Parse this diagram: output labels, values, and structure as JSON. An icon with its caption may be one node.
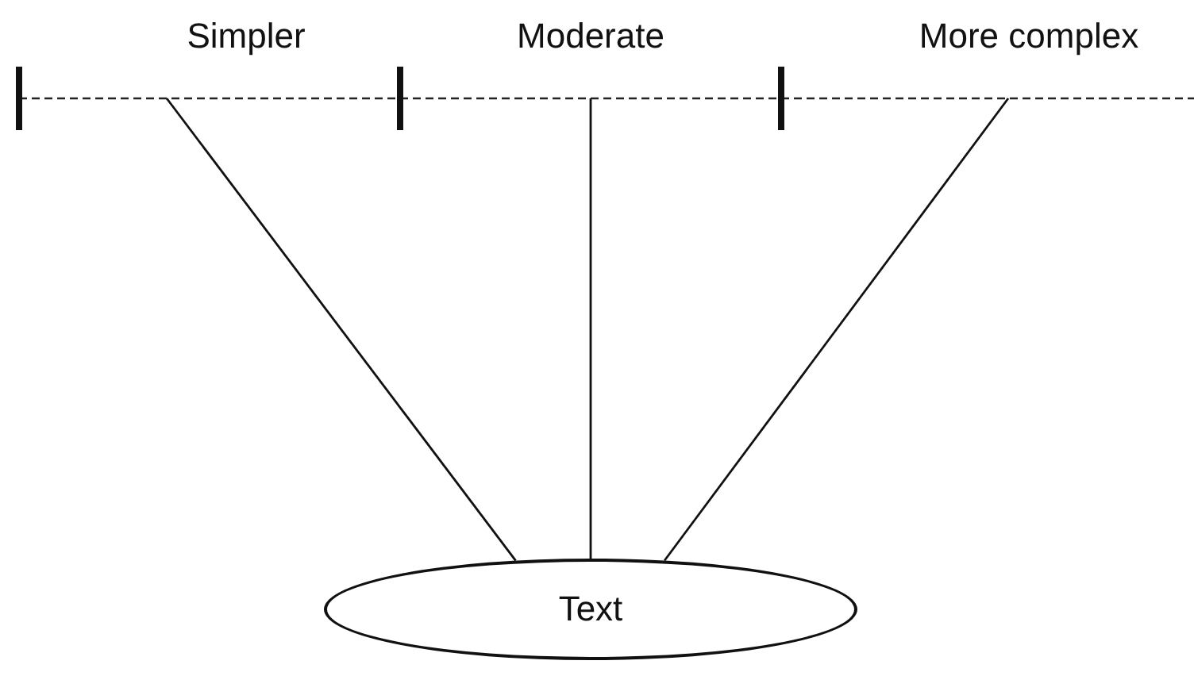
{
  "diagram": {
    "nodes": [
      {
        "text": [
          "Simpler"
        ]
      },
      {
        "text": [
          "Moderate"
        ]
      },
      {
        "text": [
          "More complex"
        ]
      },
      {
        "text": [
          "Text"
        ]
      }
    ],
    "edges": [
      {
        "from": 0,
        "to": 3,
        "arrow": "none"
      },
      {
        "from": 1,
        "to": 3,
        "arrow": "none"
      },
      {
        "from": 2,
        "to": 3,
        "arrow": "none"
      }
    ]
  }
}
